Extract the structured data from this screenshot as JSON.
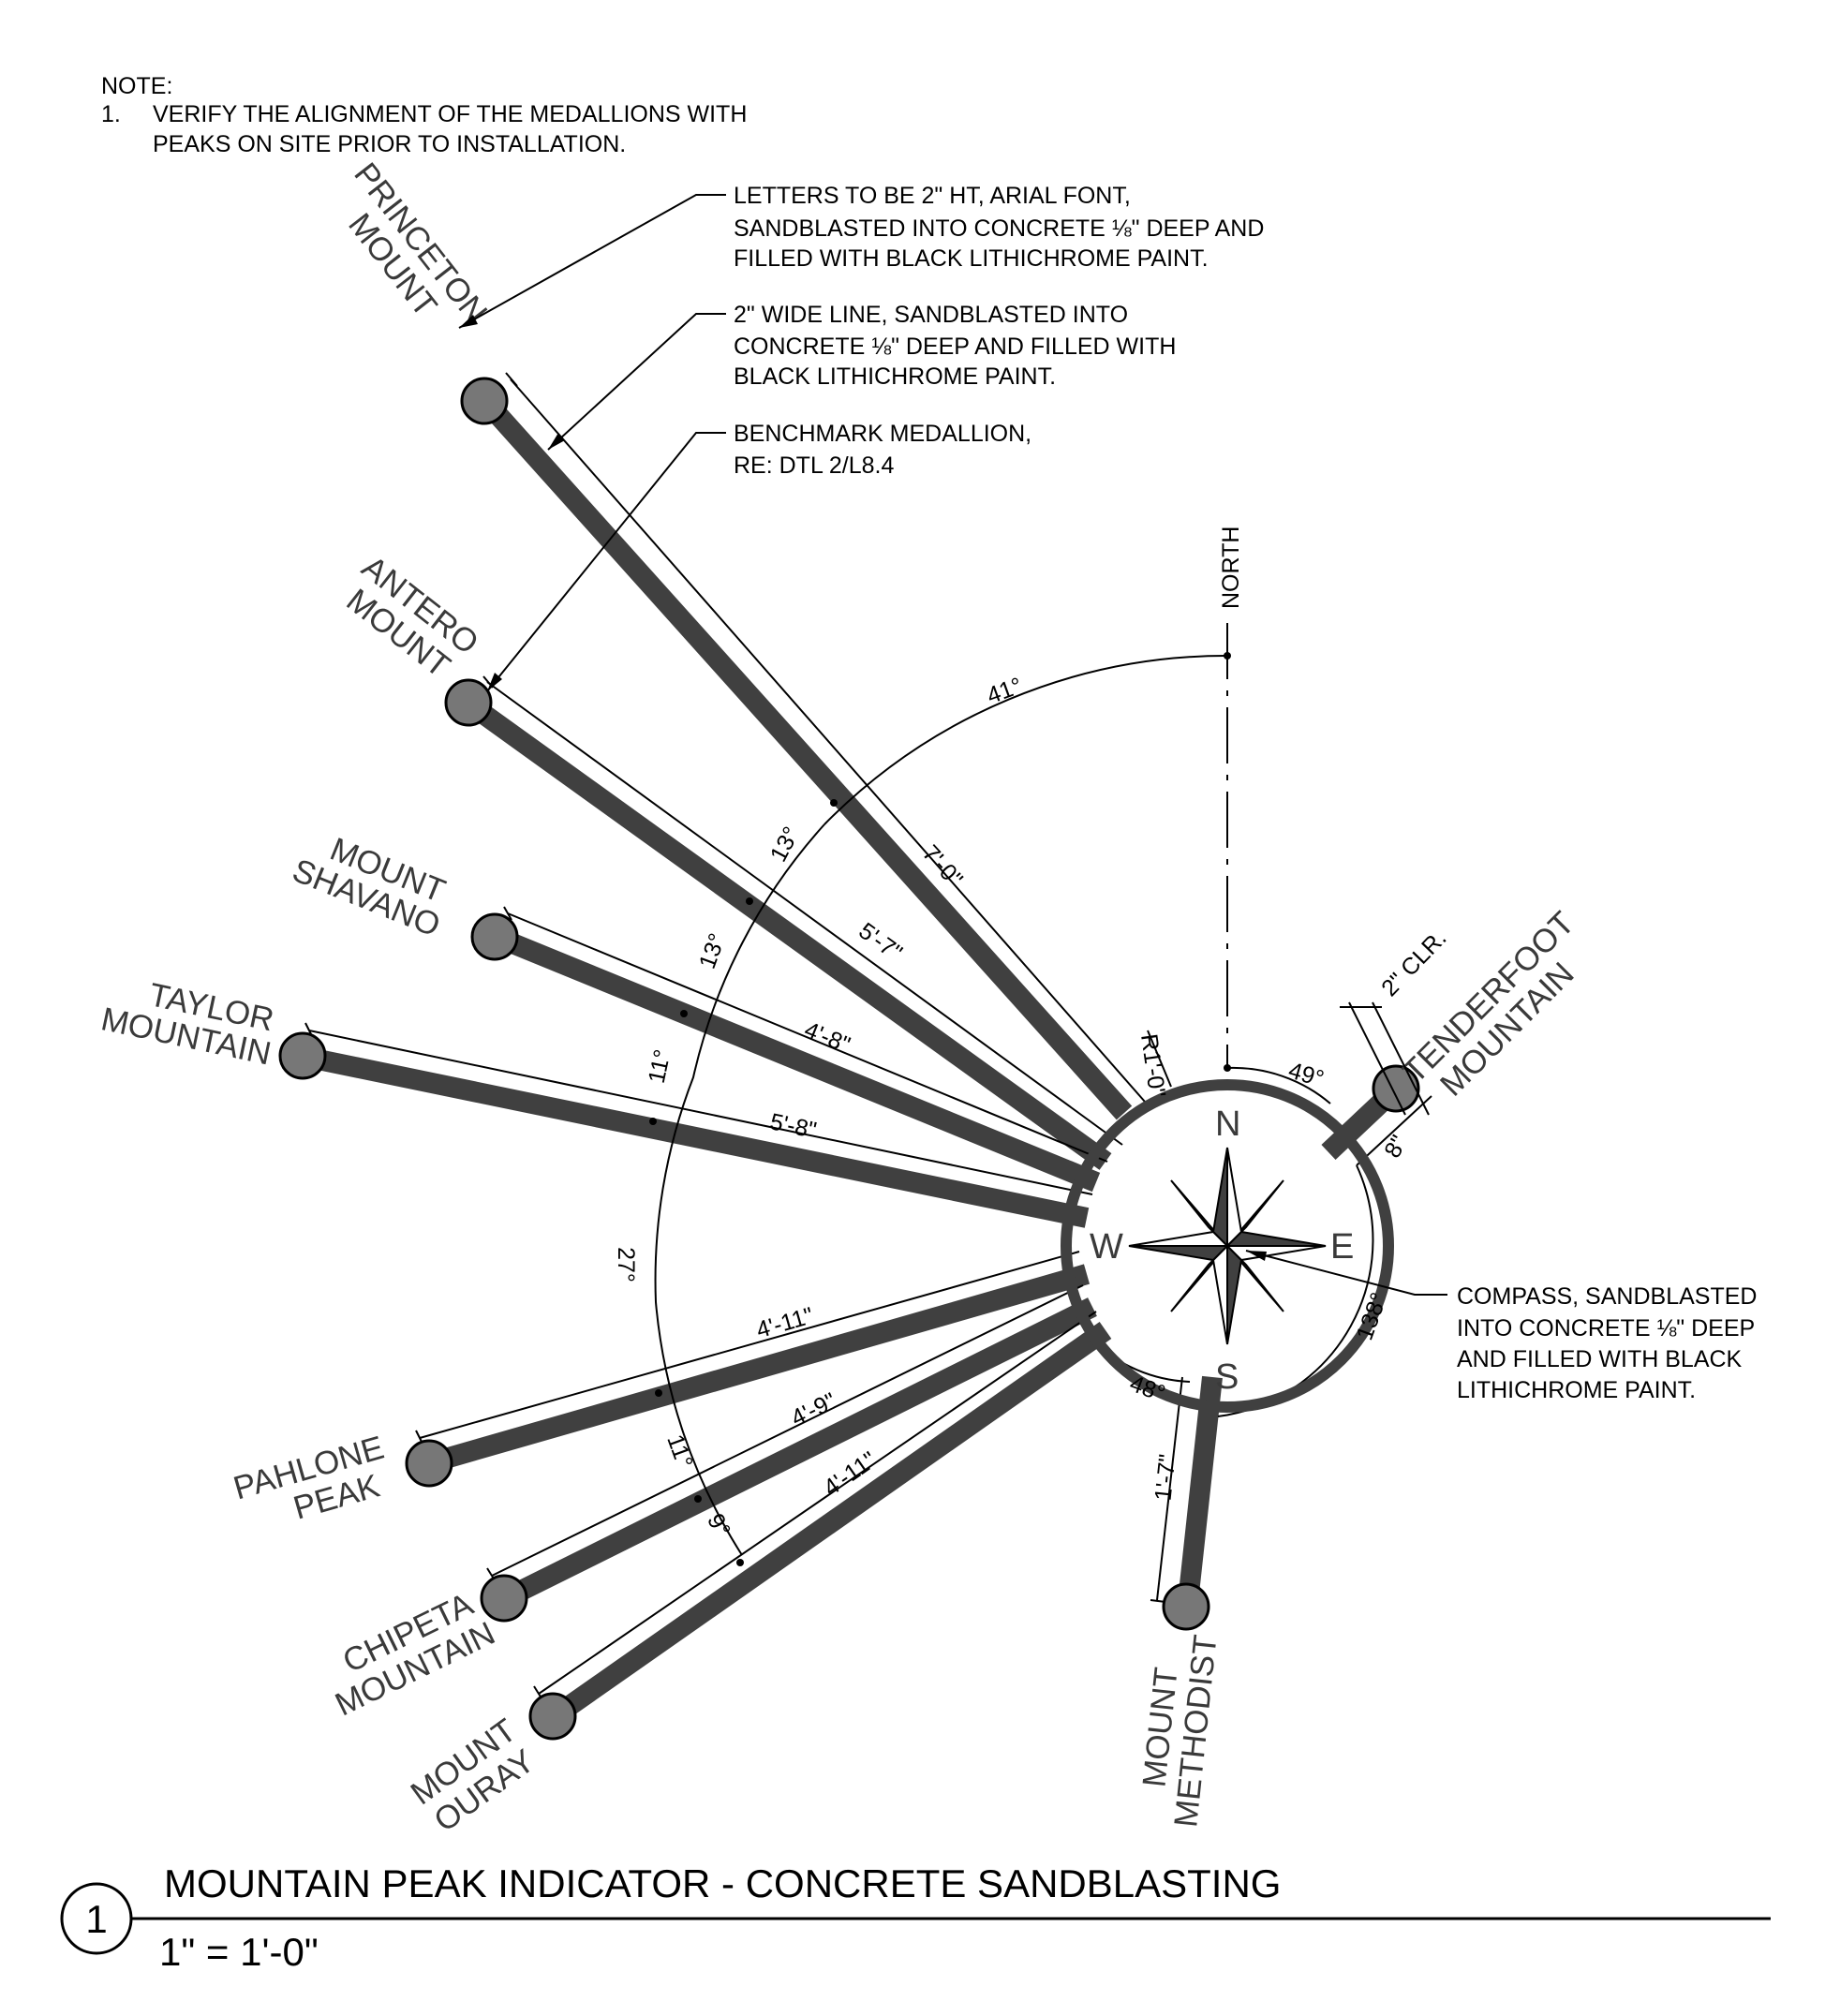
{
  "note": {
    "heading": "NOTE:",
    "item_number": "1.",
    "line1": "VERIFY THE ALIGNMENT OF THE MEDALLIONS WITH",
    "line2": "PEAKS ON SITE PRIOR TO INSTALLATION."
  },
  "callouts": {
    "letters": [
      "LETTERS TO BE 2\" HT, ARIAL FONT,",
      "SANDBLASTED INTO CONCRETE ⅛\" DEEP AND",
      "FILLED WITH BLACK LITHICHROME PAINT."
    ],
    "line": [
      "2\" WIDE LINE, SANDBLASTED INTO",
      "CONCRETE ⅛\" DEEP AND FILLED WITH",
      "BLACK LITHICHROME PAINT."
    ],
    "medallion": [
      "BENCHMARK MEDALLION,",
      "RE: DTL 2/L8.4"
    ],
    "compass": [
      "COMPASS, SANDBLASTED",
      "INTO CONCRETE ⅛\" DEEP",
      "AND FILLED WITH BLACK",
      "LITHICHROME PAINT."
    ]
  },
  "north_label": "NORTH",
  "radius_label": "R1'-0\"",
  "clear_label": "2\" CLR.",
  "compass": {
    "n": "N",
    "s": "S",
    "e": "E",
    "w": "W"
  },
  "peaks": {
    "princeton": [
      "MOUNT",
      "PRINCETON"
    ],
    "antero": [
      "MOUNT",
      "ANTERO"
    ],
    "shavano": [
      "MOUNT",
      "SHAVANO"
    ],
    "taylor": [
      "TAYLOR",
      "MOUNTAIN"
    ],
    "pahlone": [
      "PAHLONE",
      "PEAK"
    ],
    "chipeta": [
      "CHIPETA",
      "MOUNTAIN"
    ],
    "ouray": [
      "MOUNT",
      "OURAY"
    ],
    "methodist": [
      "MOUNT",
      "METHODIST"
    ],
    "tenderfoot": [
      "TENDERFOOT",
      "MOUNTAIN"
    ]
  },
  "lengths": {
    "princeton": "7'-0\"",
    "antero": "5'-7\"",
    "shavano": "4'-8\"",
    "taylor": "5'-8\"",
    "pahlone": "4'-11\"",
    "chipeta": "4'-9\"",
    "ouray": "4'-11\"",
    "methodist": "1'-7\"",
    "tenderfoot": "8\""
  },
  "angles": {
    "north_to_princeton": "41°",
    "princeton_antero": "13°",
    "antero_shavano": "13°",
    "shavano_taylor": "11°",
    "taylor_pahlone": "27°",
    "pahlone_chipeta": "11°",
    "chipeta_ouray": "9°",
    "ouray_methodist": "48°",
    "north_tenderfoot": "49°",
    "tenderfoot_methodist": "138°"
  },
  "title": {
    "number": "1",
    "text": "MOUNTAIN PEAK INDICATOR - CONCRETE SANDBLASTING",
    "scale": "1\" = 1'-0\""
  }
}
